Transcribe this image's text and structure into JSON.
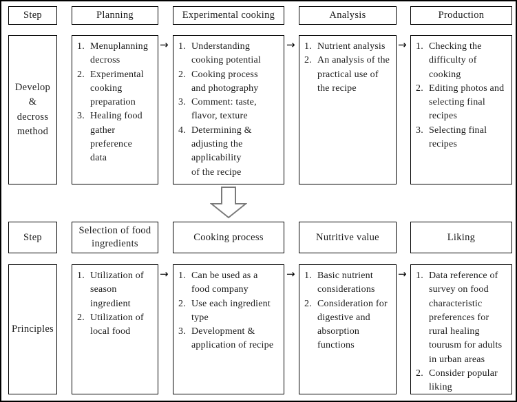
{
  "diagram": {
    "title": "Healing food development and cooking process flow chart",
    "connector_icon": "right-arrow-icon",
    "section_connector_icon": "down-arrow-icon",
    "border_color": "#000000",
    "background_color": "#ffffff"
  },
  "section_one": {
    "row_label": "Step",
    "side_label_lines": [
      "Develop",
      "&",
      "decross",
      "method"
    ],
    "headers": [
      {
        "label": "Planning"
      },
      {
        "label": "Experimental cooking"
      },
      {
        "label": "Analysis"
      },
      {
        "label": "Production"
      }
    ],
    "columns": [
      {
        "name": "planning",
        "items": [
          {
            "num": "1.",
            "lines": [
              "Menuplanning",
              "decross"
            ]
          },
          {
            "num": "2.",
            "lines": [
              "Experimental",
              "cooking",
              "preparation"
            ]
          },
          {
            "num": "3.",
            "lines": [
              "Healing  food",
              "gather",
              "preference",
              "data"
            ]
          }
        ]
      },
      {
        "name": "experimental-cooking",
        "items": [
          {
            "num": "1.",
            "lines": [
              "Understanding",
              "cooking potential"
            ]
          },
          {
            "num": "2.",
            "lines": [
              "Cooking  process",
              "and  photography"
            ]
          },
          {
            "num": "3.",
            "lines": [
              "Comment: taste,",
              "flavor, texture"
            ]
          },
          {
            "num": "4.",
            "lines": [
              "Determining  &",
              "adjusting  the",
              "applicability",
              "of  the  recipe"
            ]
          }
        ]
      },
      {
        "name": "analysis",
        "items": [
          {
            "num": "1.",
            "lines": [
              "Nutrient  analysis"
            ]
          },
          {
            "num": "2.",
            "lines": [
              "An  analysis  of  the",
              "practical  use  of",
              "the  recipe"
            ]
          }
        ]
      },
      {
        "name": "production",
        "items": [
          {
            "num": "1.",
            "lines": [
              "Checking  the",
              "difficulty  of",
              "cooking"
            ]
          },
          {
            "num": "2.",
            "lines": [
              "Editing photos and",
              "selecting  final",
              "recipes"
            ]
          },
          {
            "num": "3.",
            "lines": [
              "Selecting  final",
              "recipes"
            ]
          }
        ]
      }
    ]
  },
  "section_two": {
    "row_label": "Step",
    "side_label_lines": [
      "Principles"
    ],
    "headers": [
      {
        "label": "Selection of food ingredients"
      },
      {
        "label": "Cooking process"
      },
      {
        "label": "Nutritive value"
      },
      {
        "label": "Liking"
      }
    ],
    "columns": [
      {
        "name": "selection-of-food-ingredients",
        "items": [
          {
            "num": "1.",
            "lines": [
              "Utilization  of",
              "season",
              "ingredient"
            ]
          },
          {
            "num": "2.",
            "lines": [
              "Utilization  of",
              "local  food"
            ]
          }
        ]
      },
      {
        "name": "cooking-process",
        "items": [
          {
            "num": "1.",
            "lines": [
              "Can  be  used  as  a",
              "food  company"
            ]
          },
          {
            "num": "2.",
            "lines": [
              "Use each ingredient",
              "type"
            ]
          },
          {
            "num": "3.",
            "lines": [
              "Development  &",
              "application of recipe"
            ]
          }
        ]
      },
      {
        "name": "nutritive-value",
        "items": [
          {
            "num": "1.",
            "lines": [
              "Basic  nutrient",
              "considerations"
            ]
          },
          {
            "num": "2.",
            "lines": [
              "Consideration  for",
              "digestive  and",
              "absorption",
              "functions"
            ]
          }
        ]
      },
      {
        "name": "liking",
        "items": [
          {
            "num": "1.",
            "lines": [
              "Data  reference  of",
              "survey  on  food",
              "characteristic",
              "preferences  for",
              "rural  healing",
              "tourusm  for  adults",
              "in  urban  areas"
            ]
          },
          {
            "num": "2.",
            "lines": [
              "Consider  popular",
              "liking"
            ]
          }
        ]
      }
    ]
  }
}
